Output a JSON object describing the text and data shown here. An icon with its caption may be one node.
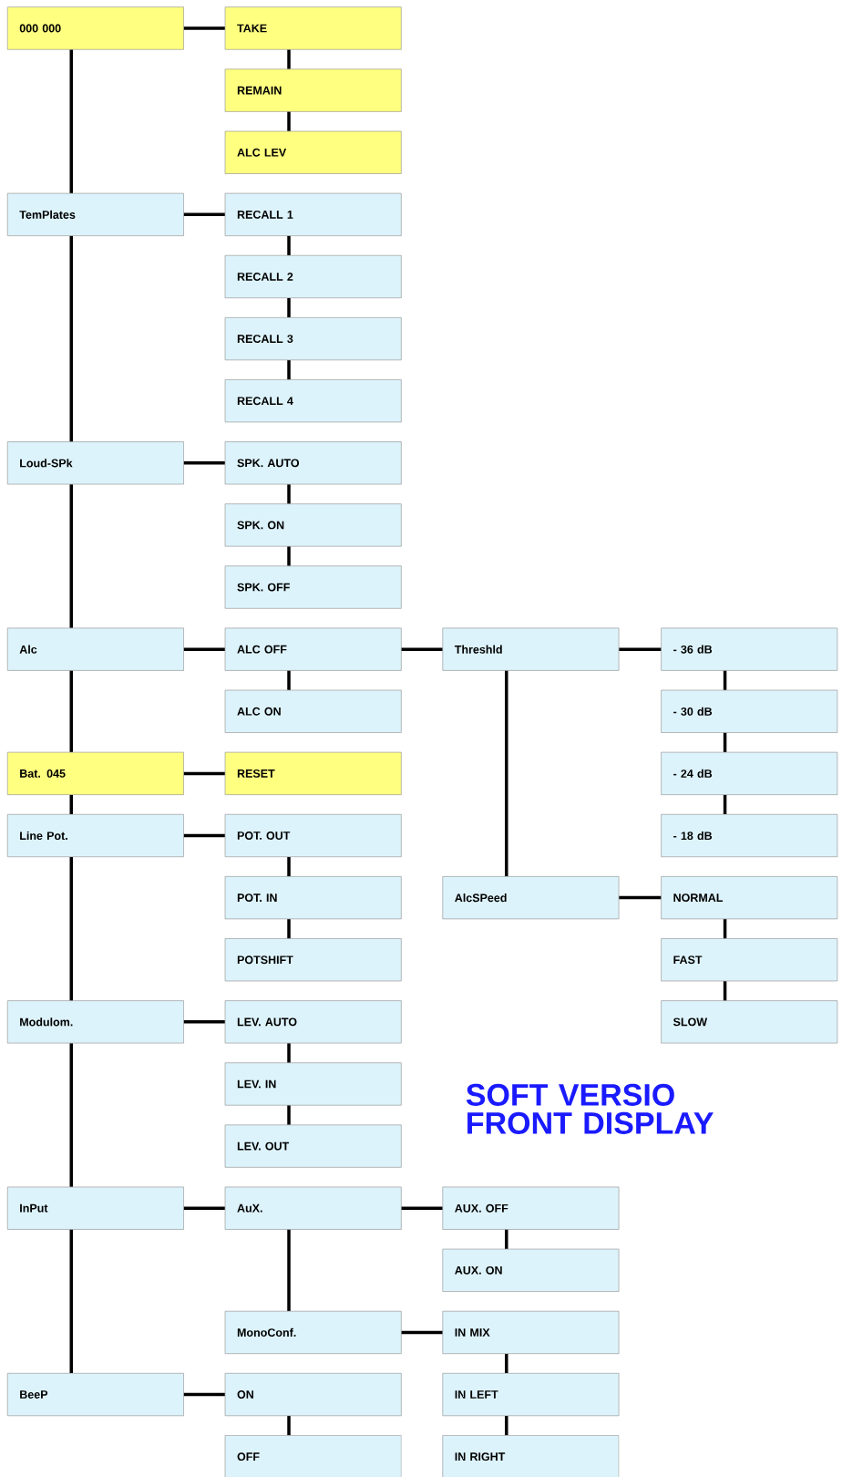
{
  "diagram": {
    "title": "SOFT VERSIO FRONT DISPLAY",
    "nodes": [
      {
        "text": [
          "000      000"
        ]
      },
      {
        "text": [
          "TAKE"
        ]
      },
      {
        "text": [
          "REMAIN"
        ]
      },
      {
        "text": [
          "ALC LEV"
        ]
      },
      {
        "text": [
          "TemPlates"
        ]
      },
      {
        "text": [
          "RECALL 1"
        ]
      },
      {
        "text": [
          "RECALL 2"
        ]
      },
      {
        "text": [
          "RECALL 3"
        ]
      },
      {
        "text": [
          "RECALL 4"
        ]
      },
      {
        "text": [
          "Loud-SPk"
        ]
      },
      {
        "text": [
          "SPK. AUTO"
        ]
      },
      {
        "text": [
          "SPK. ON"
        ]
      },
      {
        "text": [
          "SPK. OFF"
        ]
      },
      {
        "text": [
          "Alc"
        ]
      },
      {
        "text": [
          "ALC OFF"
        ]
      },
      {
        "text": [
          "Threshld"
        ]
      },
      {
        "text": [
          "- 36 dB"
        ]
      },
      {
        "text": [
          "ALC ON"
        ]
      },
      {
        "text": [
          "- 30 dB"
        ]
      },
      {
        "text": [
          "Bat.      045"
        ]
      },
      {
        "text": [
          "RESET"
        ]
      },
      {
        "text": [
          "- 24 dB"
        ]
      },
      {
        "text": [
          "Line Pot."
        ]
      },
      {
        "text": [
          "POT. OUT"
        ]
      },
      {
        "text": [
          "- 18 dB"
        ]
      },
      {
        "text": [
          "POT. IN"
        ]
      },
      {
        "text": [
          "AlcSPeed"
        ]
      },
      {
        "text": [
          "NORMAL"
        ]
      },
      {
        "text": [
          "POTSHIFT"
        ]
      },
      {
        "text": [
          "FAST"
        ]
      },
      {
        "text": [
          "Modulom."
        ]
      },
      {
        "text": [
          "LEV. AUTO"
        ]
      },
      {
        "text": [
          "SLOW"
        ]
      },
      {
        "text": [
          "LEV. IN"
        ]
      },
      {
        "text": [
          "LEV. OUT"
        ]
      },
      {
        "text": [
          "InPut"
        ]
      },
      {
        "text": [
          "AuX."
        ]
      },
      {
        "text": [
          "AUX. OFF"
        ]
      },
      {
        "text": [
          "AUX. ON"
        ]
      },
      {
        "text": [
          "MonoConf."
        ]
      },
      {
        "text": [
          "IN MIX"
        ]
      },
      {
        "text": [
          "BeeP"
        ]
      },
      {
        "text": [
          "ON"
        ]
      },
      {
        "text": [
          "IN LEFT"
        ]
      },
      {
        "text": [
          "OFF"
        ]
      },
      {
        "text": [
          "IN RIGHT"
        ]
      }
    ],
    "edges": [
      {
        "from": 0,
        "to": 4,
        "arrow": "none"
      },
      {
        "from": 4,
        "to": 9,
        "arrow": "none"
      },
      {
        "from": 9,
        "to": 13,
        "arrow": "none"
      },
      {
        "from": 13,
        "to": 19,
        "arrow": "none"
      },
      {
        "from": 19,
        "to": 22,
        "arrow": "none"
      },
      {
        "from": 22,
        "to": 30,
        "arrow": "none"
      },
      {
        "from": 30,
        "to": 35,
        "arrow": "none"
      },
      {
        "from": 35,
        "to": 41,
        "arrow": "none"
      },
      {
        "from": 0,
        "to": 1,
        "arrow": "none"
      },
      {
        "from": 1,
        "to": 2,
        "arrow": "none"
      },
      {
        "from": 2,
        "to": 3,
        "arrow": "none"
      },
      {
        "from": 4,
        "to": 5,
        "arrow": "none"
      },
      {
        "from": 5,
        "to": 6,
        "arrow": "none"
      },
      {
        "from": 6,
        "to": 7,
        "arrow": "none"
      },
      {
        "from": 7,
        "to": 8,
        "arrow": "none"
      },
      {
        "from": 9,
        "to": 10,
        "arrow": "none"
      },
      {
        "from": 10,
        "to": 11,
        "arrow": "none"
      },
      {
        "from": 11,
        "to": 12,
        "arrow": "none"
      },
      {
        "from": 13,
        "to": 14,
        "arrow": "none"
      },
      {
        "from": 14,
        "to": 17,
        "arrow": "none"
      },
      {
        "from": 14,
        "to": 15,
        "arrow": "none"
      },
      {
        "from": 15,
        "to": 16,
        "arrow": "none"
      },
      {
        "from": 16,
        "to": 18,
        "arrow": "none"
      },
      {
        "from": 18,
        "to": 21,
        "arrow": "none"
      },
      {
        "from": 21,
        "to": 24,
        "arrow": "none"
      },
      {
        "from": 15,
        "to": 26,
        "arrow": "none"
      },
      {
        "from": 26,
        "to": 27,
        "arrow": "none"
      },
      {
        "from": 27,
        "to": 29,
        "arrow": "none"
      },
      {
        "from": 29,
        "to": 32,
        "arrow": "none"
      },
      {
        "from": 19,
        "to": 20,
        "arrow": "none"
      },
      {
        "from": 22,
        "to": 23,
        "arrow": "none"
      },
      {
        "from": 23,
        "to": 25,
        "arrow": "none"
      },
      {
        "from": 25,
        "to": 28,
        "arrow": "none"
      },
      {
        "from": 30,
        "to": 31,
        "arrow": "none"
      },
      {
        "from": 31,
        "to": 33,
        "arrow": "none"
      },
      {
        "from": 33,
        "to": 34,
        "arrow": "none"
      },
      {
        "from": 35,
        "to": 36,
        "arrow": "none"
      },
      {
        "from": 36,
        "to": 37,
        "arrow": "none"
      },
      {
        "from": 37,
        "to": 38,
        "arrow": "none"
      },
      {
        "from": 36,
        "to": 39,
        "arrow": "none"
      },
      {
        "from": 39,
        "to": 40,
        "arrow": "none"
      },
      {
        "from": 40,
        "to": 43,
        "arrow": "none"
      },
      {
        "from": 43,
        "to": 45,
        "arrow": "none"
      },
      {
        "from": 41,
        "to": 42,
        "arrow": "none"
      },
      {
        "from": 42,
        "to": 44,
        "arrow": "none"
      }
    ]
  }
}
